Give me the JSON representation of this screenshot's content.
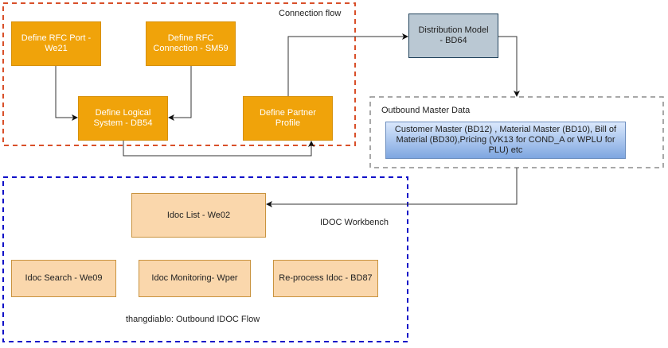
{
  "groups": {
    "connection_flow": {
      "label": "Connection flow",
      "border_color": "#d9502a"
    },
    "outbound_master_data": {
      "label": "Outbound Master Data",
      "border_color": "#8c8c8c"
    },
    "idoc_workbench": {
      "label": "IDOC Workbench",
      "border_color": "#1010c8"
    }
  },
  "nodes": {
    "rfc_port": "Define RFC Port - We21",
    "rfc_connection": "Define RFC Connection - SM59",
    "logical_system": "Define Logical System - DB54",
    "partner_profile": "Define Partner Profile",
    "distribution_model": "Distribution Model - BD64",
    "master_data": "Customer Master (BD12) , Material Master (BD10), Bill of Material (BD30),Pricing (VK13 for COND_A or WPLU for PLU) etc",
    "idoc_list": "Idoc List - We02",
    "idoc_search": "Idoc Search - We09",
    "idoc_monitoring": "Idoc Monitoring- Wper",
    "reprocess_idoc": "Re-process Idoc - BD87"
  },
  "caption": "thangdiablo: Outbound IDOC Flow",
  "colors": {
    "orange_fill": "#f0a30a",
    "peach_fill": "#fad7ac",
    "slate_fill": "#bac8d3",
    "blue_gradient_top": "#dae8fc",
    "blue_gradient_bottom": "#7ea6e0",
    "connector": "#333333"
  }
}
